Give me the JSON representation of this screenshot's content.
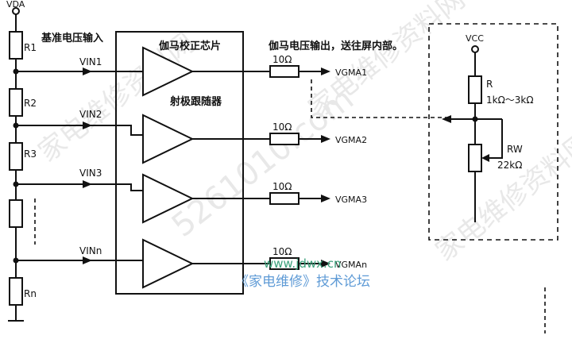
{
  "labels": {
    "vda": "VDA",
    "ref_input": "基准电压输入",
    "r1": "R1",
    "r2": "R2",
    "r3": "R3",
    "rn": "Rn",
    "vin1": "VIN1",
    "vin2": "VIN2",
    "vin3": "VIN3",
    "vinn": "VINn",
    "chip_title": "伽马校正芯片",
    "follower": "射极跟随器",
    "output_note": "伽马电压输出，送往屏内部。",
    "res_value_1": "10Ω",
    "res_value_2": "10Ω",
    "res_value_3": "10Ω",
    "res_value_n": "10Ω",
    "vgma1": "VGMA1",
    "vgma2": "VGMA2",
    "vgma3": "VGMA3",
    "vgman": "VGMAn",
    "vcc": "VCC",
    "r_label": "R",
    "r_value": "1kΩ～3kΩ",
    "rw_label": "RW",
    "rw_value": "22kΩ"
  },
  "watermark": {
    "url": "www.jdwx.cn",
    "forum": "《家电维修》技术论坛"
  }
}
